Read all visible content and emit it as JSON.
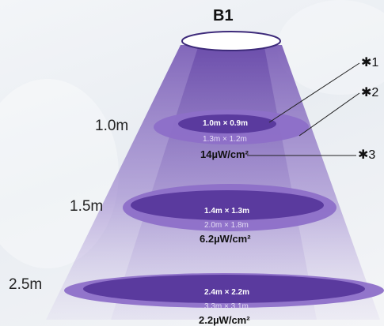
{
  "title": "B1",
  "levels": [
    {
      "distance": "1.0m",
      "inner": "1.0m × 0.9m",
      "outer": "1.3m × 1.2m",
      "irradiance": "14µW/cm²"
    },
    {
      "distance": "1.5m",
      "inner": "1.4m × 1.3m",
      "outer": "2.0m × 1.8m",
      "irradiance": "6.2µW/cm²"
    },
    {
      "distance": "2.5m",
      "inner": "2.4m × 2.2m",
      "outer": "3.3m × 3.1m",
      "irradiance": "2.2µW/cm²"
    }
  ],
  "notes": [
    "✱1",
    "✱2",
    "✱3"
  ],
  "colors": {
    "beam": "#7b5ab8",
    "ellipse_outer": "#8d6fc8",
    "ellipse_inner": "#5a3a9e"
  }
}
